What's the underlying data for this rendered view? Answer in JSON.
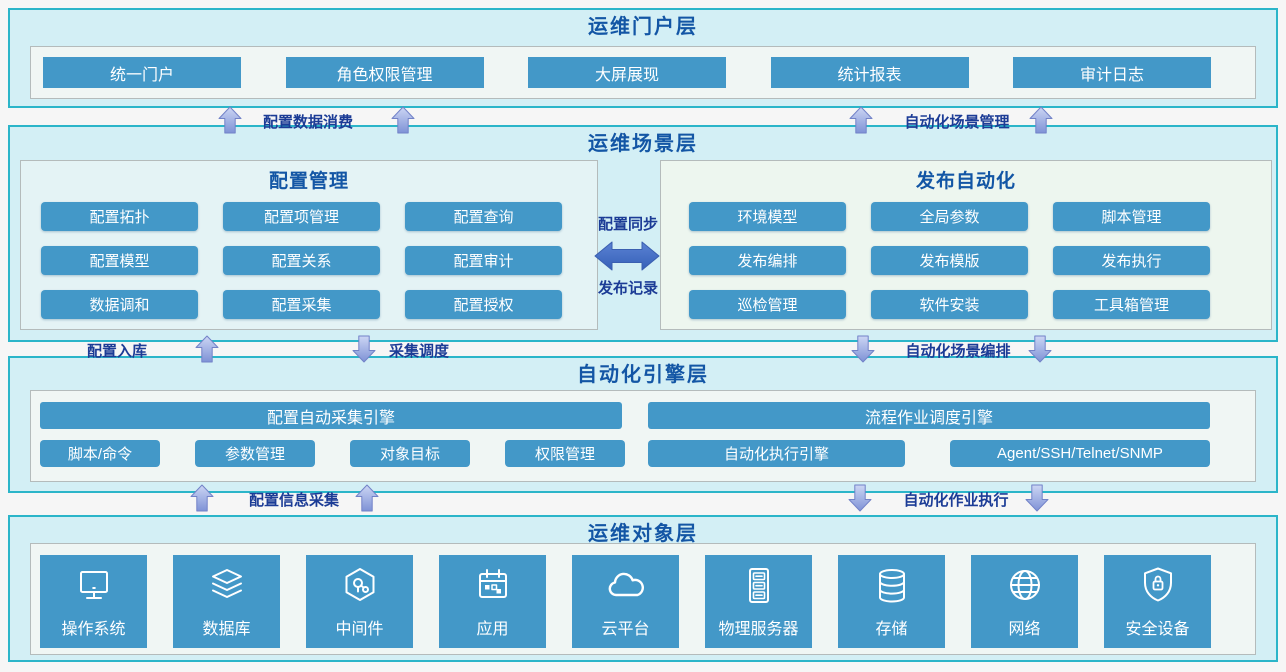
{
  "colors": {
    "accent": "#4398c8",
    "layer_bg": "#d3eff5",
    "layer_border": "#2bb5c9",
    "panel_border": "#b4bbbb",
    "title": "#1356a5",
    "arrow_label": "#1c3c96",
    "double_arrow": "#3e6cc3"
  },
  "portal": {
    "title": "运维门户层",
    "buttons": [
      "统一门户",
      "角色权限管理",
      "大屏展现",
      "统计报表",
      "审计日志"
    ]
  },
  "scenario": {
    "title": "运维场景层",
    "config": {
      "title": "配置管理",
      "buttons": [
        "配置拓扑",
        "配置项管理",
        "配置查询",
        "配置模型",
        "配置关系",
        "配置审计",
        "数据调和",
        "配置采集",
        "配置授权"
      ]
    },
    "middle": {
      "top": "配置同步",
      "bottom": "发布记录"
    },
    "release": {
      "title": "发布自动化",
      "buttons": [
        "环境模型",
        "全局参数",
        "脚本管理",
        "发布编排",
        "发布模版",
        "发布执行",
        "巡检管理",
        "软件安装",
        "工具箱管理"
      ]
    }
  },
  "engine": {
    "title": "自动化引擎层",
    "left_bar": "配置自动采集引擎",
    "left_buttons": [
      "脚本/命令",
      "参数管理",
      "对象目标",
      "权限管理"
    ],
    "right_bar": "流程作业调度引擎",
    "right_buttons": [
      "自动化执行引擎",
      "Agent/SSH/Telnet/SNMP"
    ]
  },
  "objects": {
    "title": "运维对象层",
    "tiles": [
      {
        "label": "操作系统",
        "icon": "monitor-icon"
      },
      {
        "label": "数据库",
        "icon": "database-layers-icon"
      },
      {
        "label": "中间件",
        "icon": "middleware-hexagon-icon"
      },
      {
        "label": "应用",
        "icon": "application-calendar-icon"
      },
      {
        "label": "云平台",
        "icon": "cloud-icon"
      },
      {
        "label": "物理服务器",
        "icon": "physical-server-icon"
      },
      {
        "label": "存储",
        "icon": "storage-cylinder-icon"
      },
      {
        "label": "网络",
        "icon": "network-globe-icon"
      },
      {
        "label": "安全设备",
        "icon": "security-shield-icon"
      }
    ]
  },
  "connectors": {
    "portal_left": "配置数据消费",
    "portal_right": "自动化场景管理",
    "engine_left_in": "配置入库",
    "engine_left_out": "采集调度",
    "engine_right": "自动化场景编排",
    "objects_left": "配置信息采集",
    "objects_right": "自动化作业执行"
  }
}
